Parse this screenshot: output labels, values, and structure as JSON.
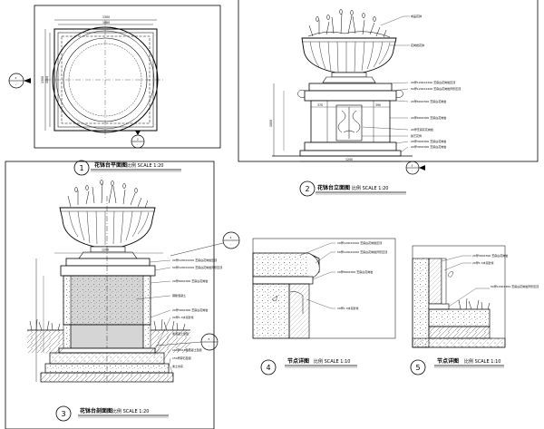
{
  "views": [
    {
      "number": "1",
      "title": "花钵台平面图",
      "scale": "比例 SCALE 1:20"
    },
    {
      "number": "2",
      "title": "花钵台立面图",
      "scale": "比例 SCALE 1:20"
    },
    {
      "number": "3",
      "title": "花钵台剖面图",
      "scale": "比例 SCALE 1:20"
    },
    {
      "number": "4",
      "title": "节点详图",
      "scale": "比例 SCALE 1:10"
    },
    {
      "number": "5",
      "title": "节点详图",
      "scale": "比例 SCALE 1:10"
    }
  ],
  "section_markers": [
    {
      "number": "2",
      "sheet": "-"
    },
    {
      "number": "3",
      "sheet": "-"
    },
    {
      "number": "4",
      "sheet": "-"
    },
    {
      "number": "5",
      "sheet": "-"
    }
  ],
  "dimensions": {
    "plan_outer": "1300",
    "plan_inner": "1080",
    "elev_width": "1200",
    "elev_height": "1000",
    "elev_part_a": "370",
    "elev_part_b": "390",
    "section_top": "1200"
  },
  "elevation_notes": [
    "成品花钵",
    "花岗岩花钵",
    "20厚1200X1200 芝麻白花岗岩压顶",
    "50厚1200X1200 芝麻白花岗岩异形压顶",
    "20厚600X300 芝麻白花岗岩",
    "20厚600X300 芝麻白花岗岩",
    "20厚芝麻灰花岗岩",
    "铁艺花饰",
    "20厚300X300 芝麻白花岗岩",
    "20厚300X300 芝麻白花岗岩"
  ],
  "section_notes": [
    "20厚1200X1200 芝麻白花岗岩压顶",
    "50厚1200X1200 芝麻白花岗岩异形压顶",
    "20厚600X300 芝麻白花岗岩",
    "钢筋混凝土",
    "20厚300X300 芝麻白花岗岩",
    "20厚1:3水泥砂浆",
    "素混凝土垫层",
    "100厚C15素混凝土垫层",
    "150厚碎石垫层",
    "素土夯实"
  ],
  "detail4_notes": [
    "20厚1200X1200 芝麻白花岗岩压顶",
    "50厚1200X1200 芝麻白花岗岩异形压顶",
    "20厚600X300 芝麻白花岗岩",
    "20厚1:3水泥砂浆"
  ],
  "detail5_notes": [
    "20厚300X300 芝麻白花岗岩",
    "20厚1:3水泥砂浆",
    "50厚1200X300 芝麻白花岗岩异形压顶"
  ]
}
